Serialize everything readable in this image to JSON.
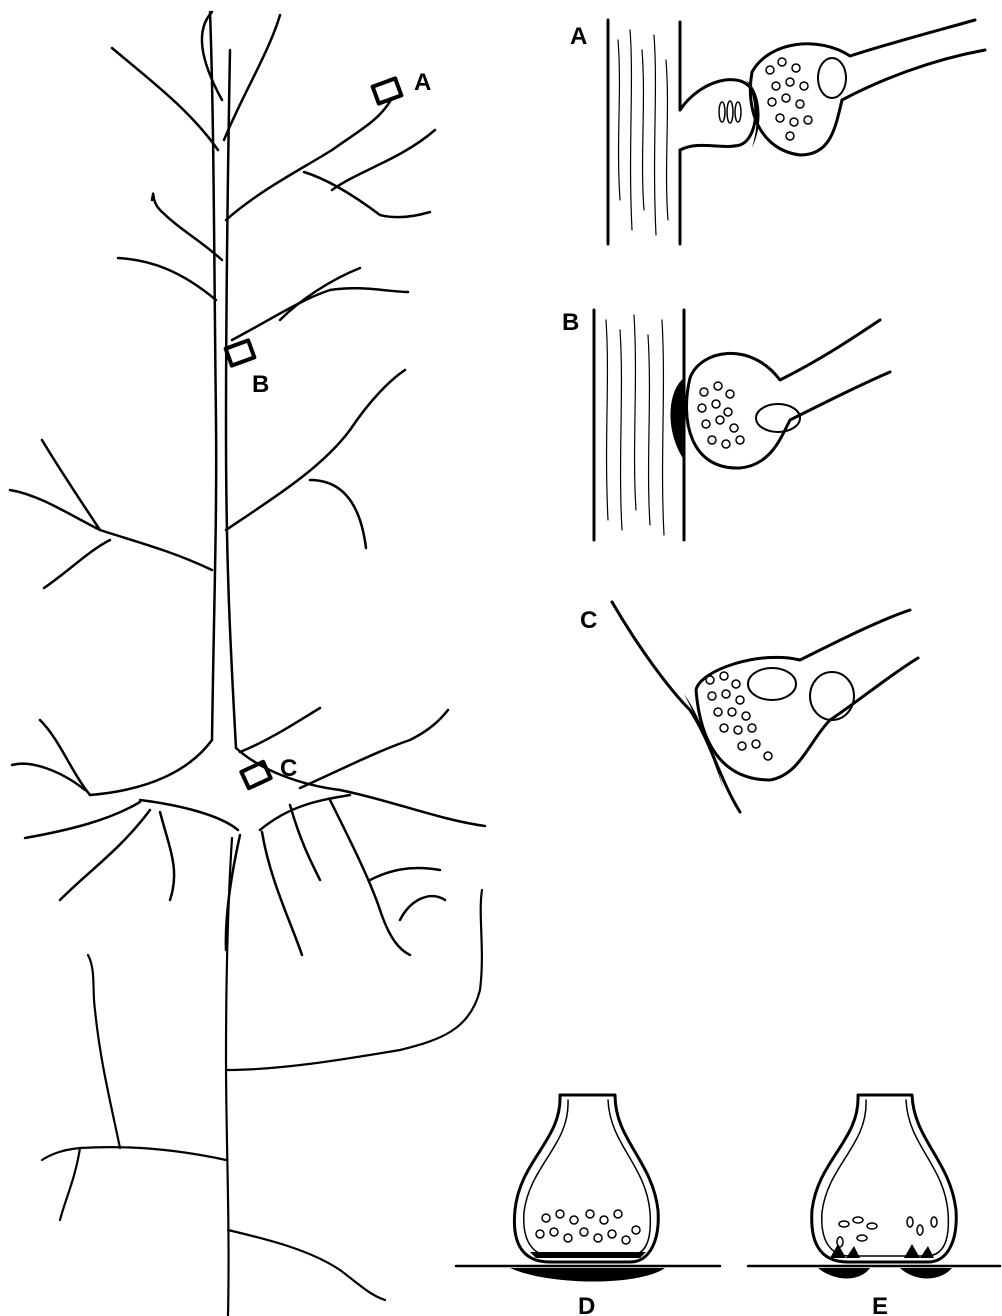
{
  "labels": {
    "neuron_A": "A",
    "neuron_B": "B",
    "neuron_C": "C",
    "panel_A": "A",
    "panel_B": "B",
    "panel_C": "C",
    "panel_D": "D",
    "panel_E": "E"
  },
  "colors": {
    "ink": "#000000",
    "paper": "#ffffff"
  }
}
